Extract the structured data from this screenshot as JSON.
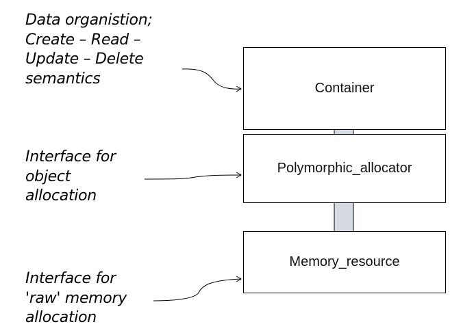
{
  "notes": [
    {
      "lines": [
        "Data organistion;",
        "Create – Read –",
        "Update – Delete",
        "semantics"
      ]
    },
    {
      "lines": [
        "Interface for",
        "object",
        "allocation"
      ]
    },
    {
      "lines": [
        "Interface for",
        "'raw' memory",
        "allocation"
      ]
    }
  ],
  "boxes": [
    {
      "label": "Container"
    },
    {
      "label": "Polymorphic_allocator"
    },
    {
      "label": "Memory_resource"
    }
  ],
  "colors": {
    "arrow_fill": "#d5d9e2",
    "stroke": "#000000"
  }
}
